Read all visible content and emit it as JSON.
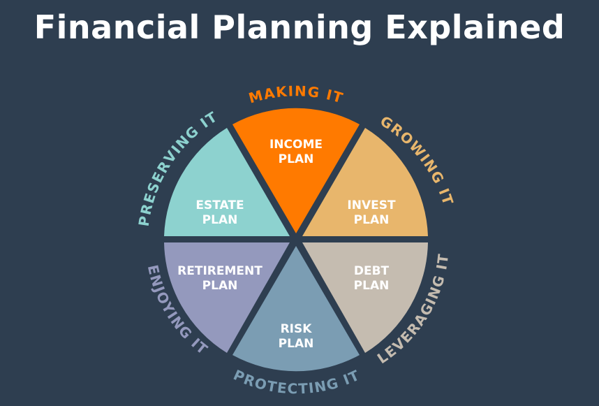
{
  "title": "Financial Planning Explained",
  "wheel": {
    "segments": [
      {
        "id": "income",
        "line1": "INCOME",
        "line2": "PLAN",
        "color": "#ff7a00",
        "ring": "MAKING IT",
        "ring_color": "#ff7a00"
      },
      {
        "id": "invest",
        "line1": "INVEST",
        "line2": "PLAN",
        "color": "#e8b66c",
        "ring": "GROWING IT",
        "ring_color": "#e8b66c"
      },
      {
        "id": "debt",
        "line1": "DEBT",
        "line2": "PLAN",
        "color": "#c5bcb0",
        "ring": "LEVERAGING IT",
        "ring_color": "#c5bcb0"
      },
      {
        "id": "risk",
        "line1": "RISK",
        "line2": "PLAN",
        "color": "#7b9db3",
        "ring": "PROTECTING IT",
        "ring_color": "#7b9db3"
      },
      {
        "id": "retirement",
        "line1": "RETIREMENT",
        "line2": "PLAN",
        "color": "#9499bd",
        "ring": "ENJOYING IT",
        "ring_color": "#9499bd"
      },
      {
        "id": "estate",
        "line1": "ESTATE",
        "line2": "PLAN",
        "color": "#8dd2cf",
        "ring": "PRESERVING IT",
        "ring_color": "#8dd2cf"
      }
    ]
  },
  "colors": {
    "background": "#2e3e50",
    "text": "#ffffff"
  }
}
